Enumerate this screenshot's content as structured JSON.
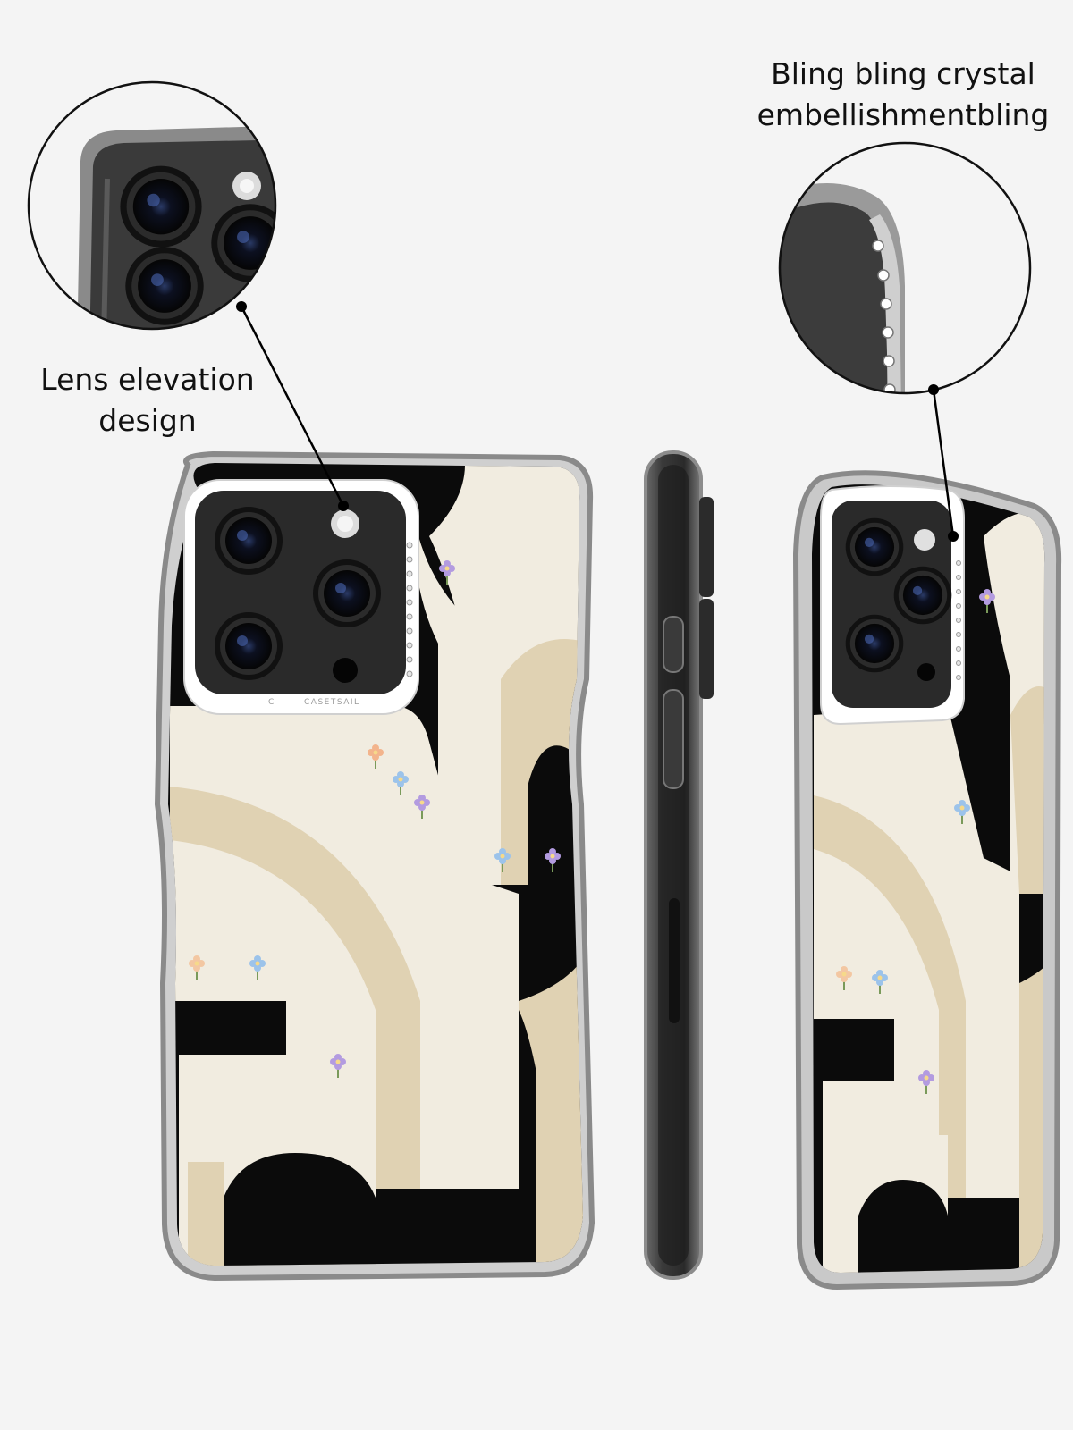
{
  "callouts": {
    "lens_label": "Lens elevation design",
    "bling_label": "Bling bling crystal embellishmentbling"
  },
  "brand": {
    "name": "CASETSAIL",
    "logo_glyph": "C"
  },
  "colors": {
    "background": "#f4f4f4",
    "case_frame": "#8a8a8a",
    "camera_ring": "#ffffff",
    "art_black": "#0b0b0b",
    "art_cream": "#f1ece0",
    "art_beige": "#e0d2b3"
  },
  "icons": [
    "lens-icon",
    "flash-icon",
    "crystal-icon",
    "flower-icon"
  ]
}
